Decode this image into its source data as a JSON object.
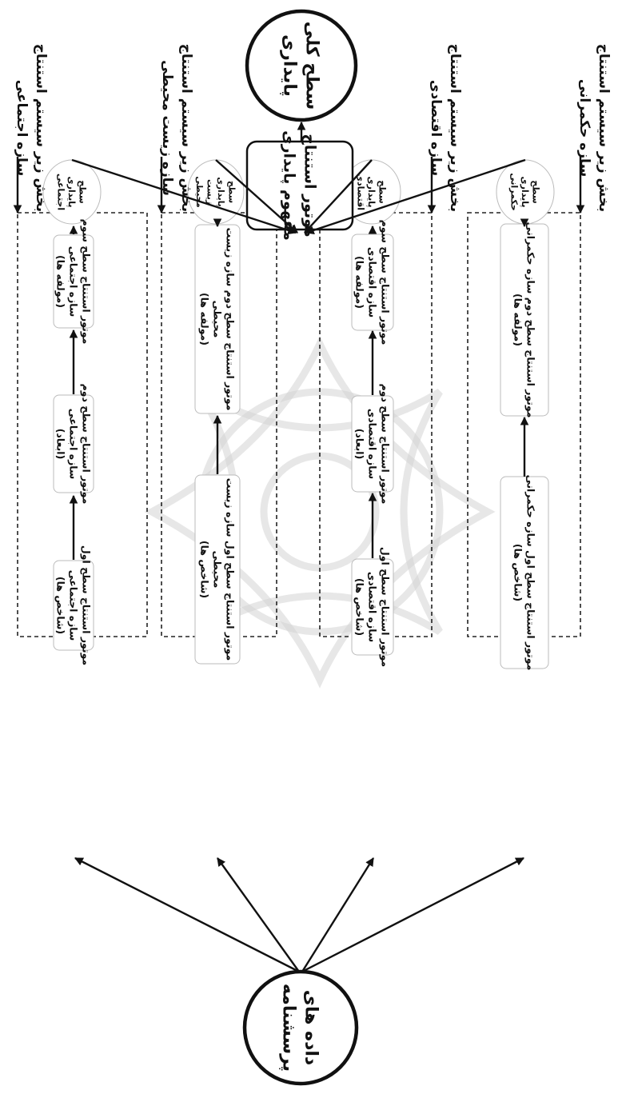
{
  "questionnaire": [
    "داده های",
    "پرسشنامه"
  ],
  "overall_level": [
    "سطح کلی",
    "پایداری"
  ],
  "sustainability_engine": [
    "موتور استنتاج",
    "مفهوم پایداری"
  ],
  "subsystems": [
    {
      "output_label": [
        "بخش زیر سیستم استنتاج",
        "سازه اجتماعی"
      ],
      "level": [
        "سطح",
        "پایداری",
        "اجتماعی"
      ],
      "stages": [
        [
          "موتور استنتاج سطح اول",
          "سازه اجتماعی",
          "(شاخص ها)"
        ],
        [
          "موتور استنتاج سطح دوم",
          "سازه اجتماعی",
          "(ابعاد)"
        ],
        [
          "موتور استنتاج سطح سوم",
          "سازه اجتماعی",
          "(مولفه ها)"
        ]
      ]
    },
    {
      "output_label": [
        "بخش زیر سیستم استنتاج",
        "سازه زیست محیطی"
      ],
      "level": [
        "سطح",
        "پایداری",
        "زیست",
        "محیطی"
      ],
      "stages": [
        [
          "موتور استنتاج سطح اول سازه زیست",
          "محیطی",
          "(شاخص ها)"
        ],
        [
          "موتور استنتاج سطح دوم سازه زیست",
          "محیطی",
          "(مولفه ها)"
        ]
      ]
    },
    {
      "output_label": [
        "بخش زیر سیستم استنتاج",
        "سازه اقتصادی"
      ],
      "level": [
        "سطح",
        "پایداری",
        "اقتصادی"
      ],
      "stages": [
        [
          "موتور استنتاج سطح اول",
          "سازه اقتصادی",
          "(شاخص ها)"
        ],
        [
          "موتور استنتاج سطح دوم",
          "سازه اقتصادی",
          "(ابعاد)"
        ],
        [
          "موتور استنتاج سطح سوم",
          "سازه اقتصادی",
          "(مولفه ها)"
        ]
      ]
    },
    {
      "output_label": [
        "بخش زیر سیستم استنتاج",
        "سازه حکمرانی"
      ],
      "level": [
        "سطح",
        "پایداری",
        "حکمرانی"
      ],
      "stages": [
        [
          "موتور استنتاج سطح اول سازه حکمرانی",
          "(شاخص ها)"
        ],
        [
          "موتور استنتاج سطح دوم سازه حکمرانی",
          "(مولفه ها)"
        ]
      ]
    }
  ]
}
